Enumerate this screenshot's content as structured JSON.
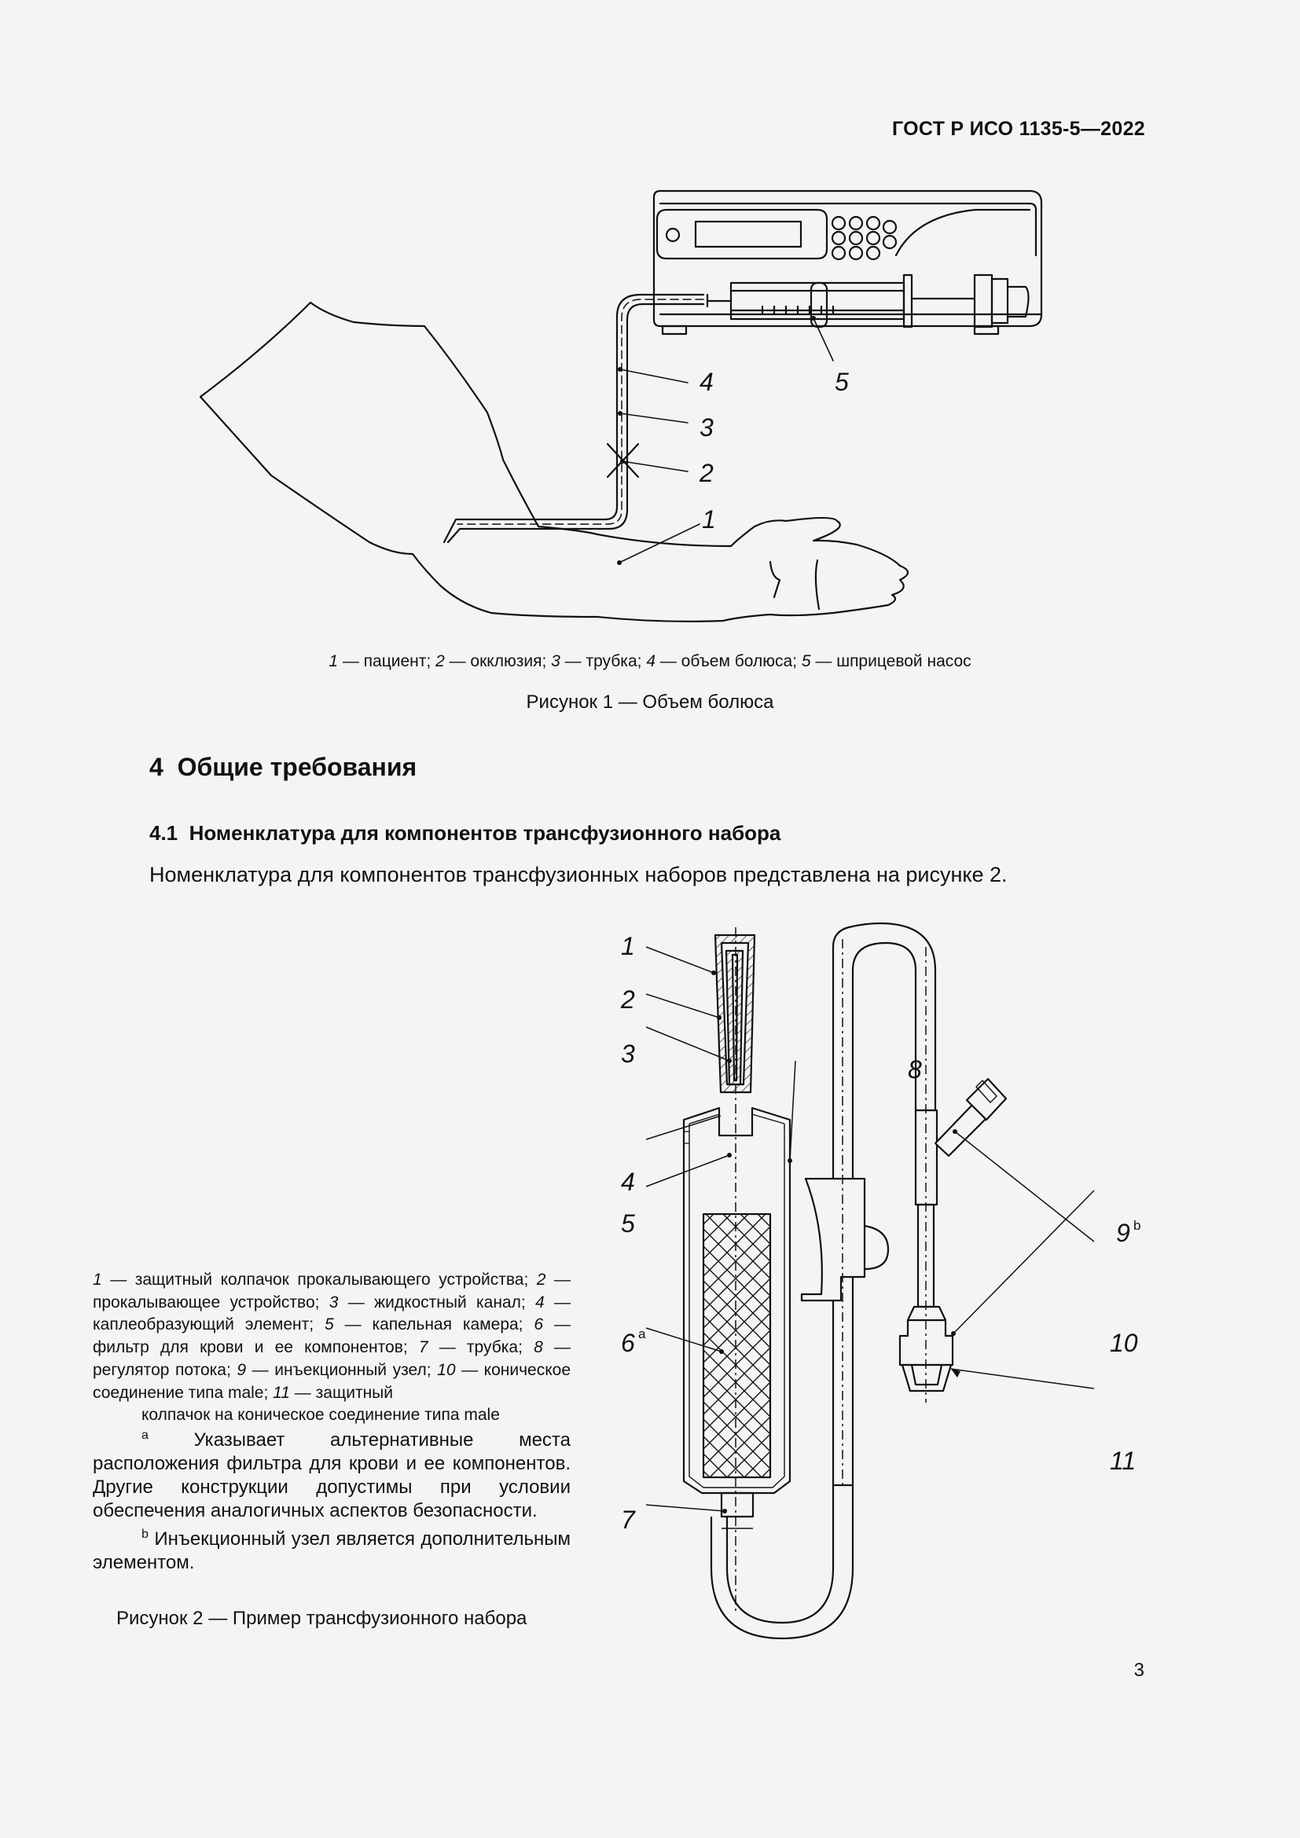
{
  "header": {
    "doc_code": "ГОСТ Р ИСО 1135-5—2022"
  },
  "figure1": {
    "labels": [
      "1",
      "2",
      "3",
      "4",
      "5"
    ],
    "legend": [
      {
        "num": "1",
        "text": " — пациент; "
      },
      {
        "num": "2",
        "text": " — окклюзия; "
      },
      {
        "num": "3",
        "text": " — трубка; "
      },
      {
        "num": "4",
        "text": " — объем болюса; "
      },
      {
        "num": "5",
        "text": " — шприцевой насос"
      }
    ],
    "caption": "Рисунок 1 — Объем болюса"
  },
  "section": {
    "title": "4  Общие требования"
  },
  "subsection": {
    "title": "4.1  Номенклатура для компонентов трансфузионного набора"
  },
  "paragraph": "Номенклатура для компонентов трансфузионных наборов представлена на рисунке 2.",
  "figure2": {
    "labels": [
      "1",
      "2",
      "3",
      "4",
      "5",
      "6",
      "7",
      "8",
      "9",
      "10",
      "11"
    ],
    "sup_a": "a",
    "sup_b": "b",
    "legend": [
      {
        "num": "1",
        "text": " — защитный колпачок прокалывающего устройства; "
      },
      {
        "num": "2",
        "text": " — прокалывающее устройство; "
      },
      {
        "num": "3",
        "text": " — жидкостный канал; "
      },
      {
        "num": "4",
        "text": " — каплеобразующий элемент; "
      },
      {
        "num": "5",
        "text": " — капельная камера; "
      },
      {
        "num": "6",
        "text": " — фильтр для крови и ее компонентов; "
      },
      {
        "num": "7",
        "text": " — трубка; "
      },
      {
        "num": "8",
        "text": " — регулятор потока; "
      },
      {
        "num": "9",
        "text": " — инъекционный узел; "
      },
      {
        "num": "10",
        "text": " — коническое соединение типа male; "
      },
      {
        "num": "11",
        "text": " — защитный"
      }
    ],
    "legend_last_line": "колпачок на коническое соединение типа male",
    "note_a": "Указывает альтернативные места расположения фильтра для крови и ее компонентов. Другие конструкции допустимы при условии обеспечения аналогичных аспектов безопасности.",
    "note_b": "Инъекционный узел является дополнительным элементом.",
    "caption": "Рисунок 2 — Пример трансфузионного набора"
  },
  "page_number": "3"
}
